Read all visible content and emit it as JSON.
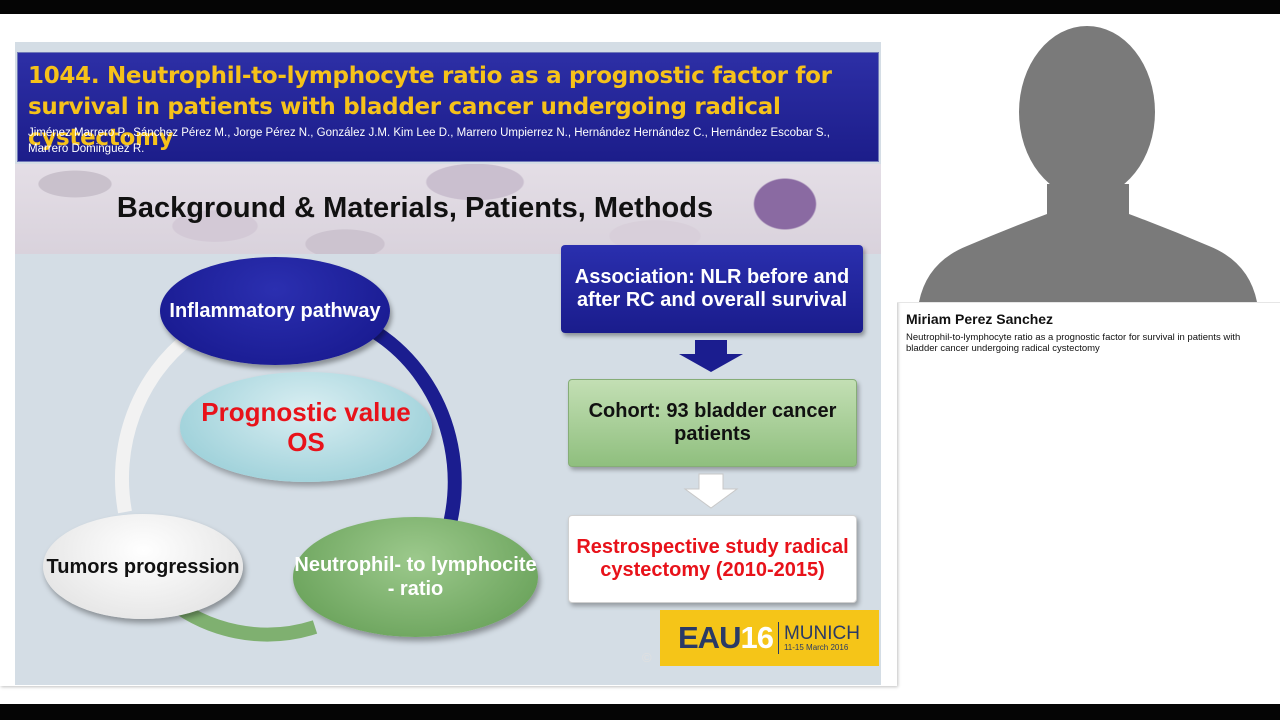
{
  "slide": {
    "title": "1044. Neutrophil-to-lymphocyte ratio as a prognostic factor for survival in patients with bladder cancer undergoing radical cystectomy",
    "authors": "Jiménez Marrero P., Sánchez Pérez M., Jorge Pérez N., González J.M. Kim Lee D., Marrero Umpierrez N., Hernández Hernández  C., Hernández Escobar S., Marrero Dominguez R.",
    "section_heading": "Background & Materials, Patients, Methods",
    "cycle": {
      "inflammatory": "Inflammatory pathway",
      "prognostic": "Prognostic value OS",
      "tumors": "Tumors progression",
      "neutrophil": "Neutrophil- to lymphocite - ratio"
    },
    "flow": {
      "association": "Association: NLR before and after RC and overall survival",
      "cohort": "Cohort: 93 bladder cancer patients",
      "retrospective": "Restrospective study radical cystectomy (2010-2015)"
    },
    "logo": {
      "brand": "EAU",
      "year": "16",
      "city": "MUNICH",
      "dates": "11-15 March 2016"
    },
    "copyright": "©"
  },
  "speaker": {
    "name": "Miriam Perez Sanchez",
    "talk_title": "Neutrophil-to-lymphocyte ratio as a prognostic factor for survival in patients with bladder cancer undergoing radical cystectomy"
  },
  "colors": {
    "title_bg": "#1c1d8a",
    "title_text": "#f6c21a",
    "accent_red": "#e8121a",
    "logo_yellow": "#f5c518"
  }
}
